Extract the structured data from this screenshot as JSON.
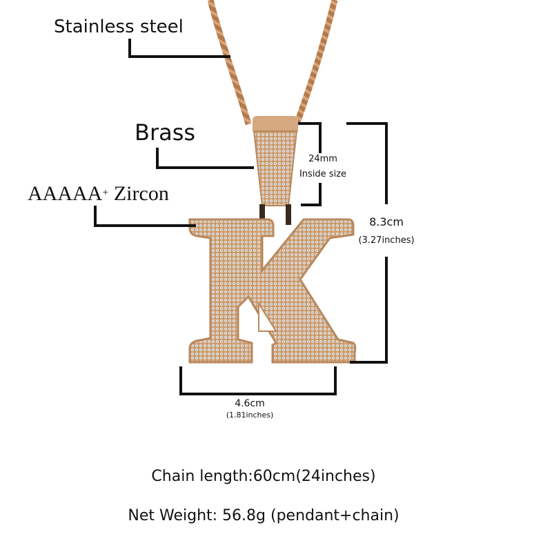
{
  "callouts": {
    "chain_material": "Stainless steel",
    "bail_material": "Brass",
    "stone_grade": "AAAAA",
    "stone_grade_sup": "+",
    "stone_material": "Zircon"
  },
  "dimensions": {
    "bail_size": "24mm",
    "bail_size_note": "Inside size",
    "height_cm": "8.3cm",
    "height_in": "(3.27inches)",
    "width_cm": "4.6cm",
    "width_in": "(1.81inches)"
  },
  "product": {
    "pendant_letter": "K",
    "metal_color": "#c99a6b",
    "stone_color": "#e4e0dc"
  },
  "specs": {
    "chain_length": "Chain length:60cm(24inches)",
    "net_weight": "Net Weight: 56.8g (pendant+chain)"
  }
}
